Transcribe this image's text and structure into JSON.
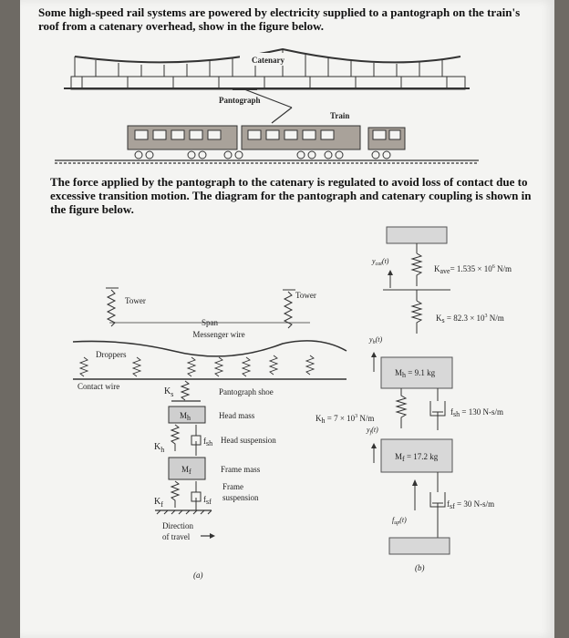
{
  "intro_text": "Some high-speed rail systems are powered by electricity supplied to a pantograph on the train's roof from a catenary overhead, show in the figure below.",
  "second_text": "The force applied by the pantograph to the catenary is regulated to avoid loss of contact due to excessive transition motion. The diagram for the pantograph and catenary coupling is shown in the figure below.",
  "figure1": {
    "catenary": "Catenary",
    "pantograph": "Pantograph",
    "train": "Train"
  },
  "figure_a": {
    "tower_left": "Tower",
    "tower_right": "Tower",
    "span": "Span",
    "messenger_wire": "Messenger wire",
    "droppers": "Droppers",
    "contact_wire": "Contact wire",
    "ks": "K",
    "ks_sub": "s",
    "mh": "M",
    "mh_sub": "h",
    "kh": "K",
    "kh_sub": "h",
    "fsh": "f",
    "fsh_sub": "sh",
    "mf": "M",
    "mf_sub": "f",
    "kf": "K",
    "kf_sub": "f",
    "fsf": "f",
    "fsf_sub": "sf",
    "pantograph_shoe": "Pantograph shoe",
    "head_mass": "Head mass",
    "head_suspension": "Head suspension",
    "frame_mass": "Frame mass",
    "frame_suspension_1": "Frame",
    "frame_suspension_2": "suspension",
    "direction_1": "Direction",
    "direction_2": "of travel",
    "caption": "(a)"
  },
  "figure_b": {
    "ycat": "y",
    "ycat_sub": "cat",
    "ycat_t": "(t)",
    "kave": "K",
    "kave_sub": "ave",
    "kave_value": "= 1.535 × 10",
    "kave_exp": "6",
    "kave_unit": " N/m",
    "ks": "K",
    "ks_sub": "s",
    "ks_value": " = 82.3 × 10",
    "ks_exp": "3",
    "ks_unit": " N/m",
    "yh": "y",
    "yh_sub": "h",
    "yh_t": "(t)",
    "mh": "M",
    "mh_sub": "h",
    "mh_value": " = 9.1 kg",
    "kh": "K",
    "kh_sub": "h",
    "kh_value": " = 7 × 10",
    "kh_exp": "3",
    "kh_unit": " N/m",
    "fsh": "f",
    "fsh_sub": "sh",
    "fsh_value": " = 130 N-s/m",
    "yf": "y",
    "yf_sub": "f",
    "yf_t": "(t)",
    "mf": "M",
    "mf_sub": "f",
    "mf_value": " = 17.2 kg",
    "fsf": "f",
    "fsf_sub": "sf",
    "fsf_value": " = 30 N-s/m",
    "fup": "f",
    "fup_sub": "up",
    "fup_t": "(t)",
    "caption": "(b)"
  }
}
